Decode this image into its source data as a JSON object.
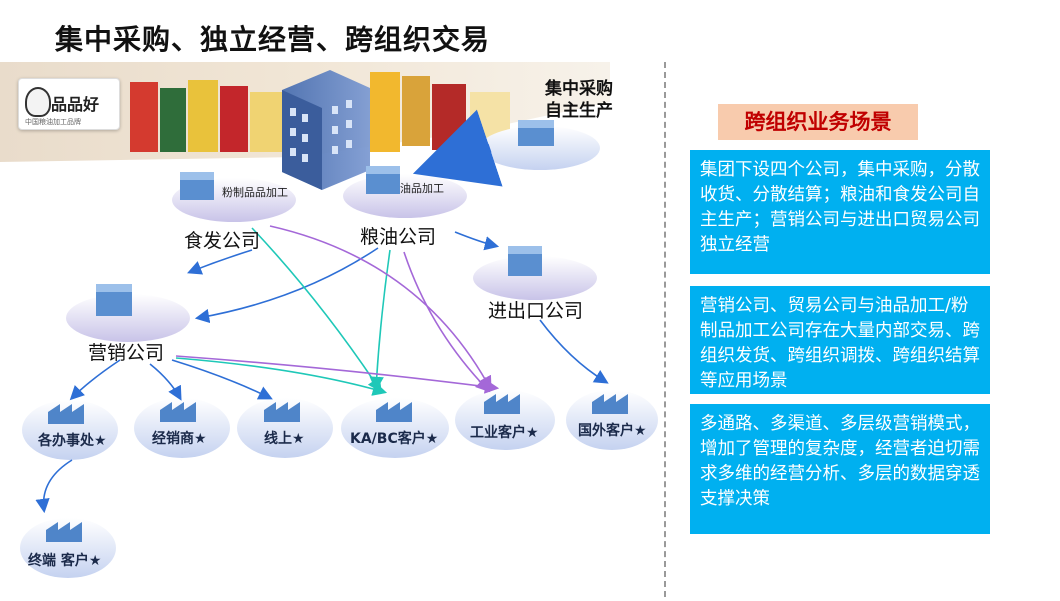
{
  "title": "集中采购、独立经营、跨组织交易",
  "logo": {
    "brand": "品品好",
    "tagline": "中国粮油加工品牌"
  },
  "top_label": {
    "line1": "集中采购",
    "line2": "自主生产"
  },
  "companies": {
    "food": {
      "name": "食发公司",
      "tag": "粉制品品加工"
    },
    "grain": {
      "name": "粮油公司",
      "tag": "油品加工"
    },
    "trade": {
      "name": "进出口公司"
    },
    "sales": {
      "name": "营销公司"
    }
  },
  "customers": {
    "offices": "各办事处★",
    "dealers": "经销商★",
    "online": "线上★",
    "ka": "KA/BC客户★",
    "industrial": "工业客户★",
    "foreign": "国外客户★",
    "terminal": "终端 客户★"
  },
  "side": {
    "title": "跨组织业务场景",
    "box1": "集团下设四个公司，集中采购，分散收货、分散结算；粮油和食发公司自主生产；营销公司与进出口贸易公司独立经营",
    "box2": "营销公司、贸易公司与油品加工/粉制品加工公司存在大量内部交易、跨组织发货、跨组织调拨、跨组织结算等应用场景",
    "box3": "多通路、多渠道、多层级营销模式，增加了管理的复杂度，经营者迫切需求多维的经营分析、多层的数据穿透支撑决策"
  },
  "colors": {
    "accent_blue": "#00b0f0",
    "title_red": "#c00000",
    "tag_bg": "#f8cbad",
    "arrow_blue": "#2e6fd6",
    "arrow_teal": "#1fc8b8",
    "arrow_purple": "#a468d8"
  }
}
